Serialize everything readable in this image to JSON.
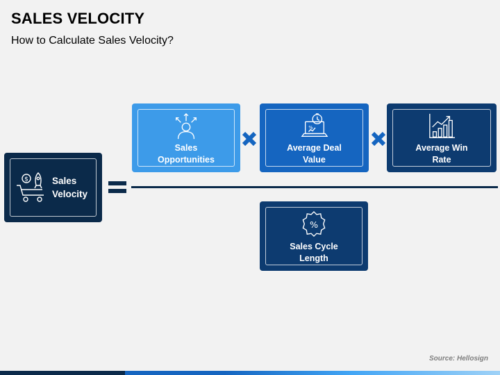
{
  "header": {
    "title": "SALES VELOCITY",
    "subtitle": "How to Calculate Sales Velocity?"
  },
  "result": {
    "label_line1": "Sales",
    "label_line2": "Velocity",
    "icon": "money-cart-rocket-icon"
  },
  "numerator": [
    {
      "label_line1": "Sales",
      "label_line2": "Opportunities",
      "icon": "person-arrows-icon",
      "color": "#3d9be9"
    },
    {
      "label_line1": "Average Deal",
      "label_line2": "Value",
      "icon": "laptop-stopwatch-icon",
      "color": "#1565c0"
    },
    {
      "label_line1": "Average Win",
      "label_line2": "Rate",
      "icon": "growth-chart-icon",
      "color": "#0d3b70"
    }
  ],
  "denominator": {
    "label_line1": "Sales Cycle",
    "label_line2": "Length",
    "icon": "percent-badge-icon",
    "color": "#0d3b70"
  },
  "colors": {
    "dark_navy": "#0b2a4a",
    "operator_blue": "#1565c0"
  },
  "footer": {
    "source": "Source: Hellosign"
  }
}
